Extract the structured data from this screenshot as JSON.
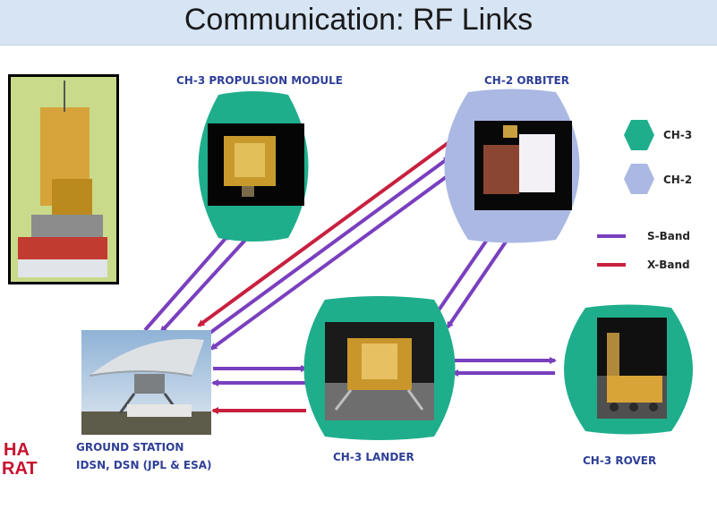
{
  "title": "Communication: RF Links",
  "nodes": {
    "propulsion": {
      "label": "CH-3 PROPULSION MODULE"
    },
    "orbiter": {
      "label": "CH-2 ORBITER"
    },
    "lander": {
      "label": "CH-3 LANDER"
    },
    "rover": {
      "label": "CH-3 ROVER"
    },
    "ground": {
      "label_line1": "GROUND STATION",
      "label_line2": "IDSN, DSN (JPL & ESA)"
    }
  },
  "legend": {
    "ch3": "CH-3",
    "ch2": "CH-2",
    "sband": "S-Band",
    "xband": "X-Band"
  },
  "colors": {
    "ch3": "#1fae8c",
    "ch2": "#aab8e3",
    "sband": "#7a3fbf",
    "xband": "#c8203f"
  },
  "watermark": {
    "line1": "HA",
    "line2": "RAT"
  }
}
